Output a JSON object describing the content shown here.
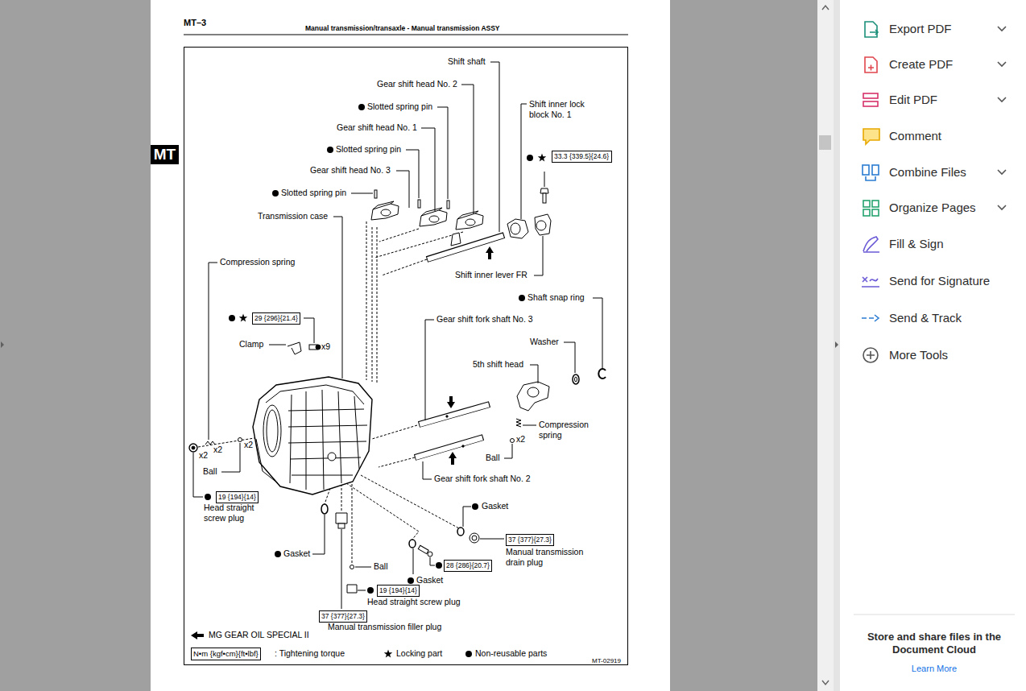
{
  "diagram": {
    "title": "Manual transmission/transaxle - Manual transmission ASSY",
    "nodes": [
      {
        "text": [
          "MT"
        ]
      },
      {
        "text": [
          "33.3 {339.5}{24.6}"
        ]
      },
      {
        "text": [
          "29 {296}{21.4}"
        ]
      },
      {
        "text": [
          "19 {194}{14}"
        ]
      },
      {
        "text": [
          "37 {377}{27.3}"
        ]
      },
      {
        "text": [
          "28 {286}{20.7}"
        ]
      },
      {
        "text": [
          "19 {194}{14}"
        ]
      },
      {
        "text": [
          "37 {377}{27.3}"
        ]
      },
      {
        "text": [
          "N•m {kgf•cm}{ft•lbf}"
        ]
      }
    ],
    "labels": [
      "MT–3",
      "Shift shaft",
      "Gear shift head No. 2",
      "Slotted spring pin",
      "Gear shift head No. 1",
      "Slotted spring pin",
      "Gear shift head No. 3",
      "Slotted spring pin",
      "Shift inner lock block No. 1",
      "Transmission case",
      "Shift inner lever FR",
      "Compression spring",
      "Shaft snap ring",
      "Gear shift fork shaft No. 3",
      "Clamp",
      "x9",
      "Washer",
      "5th shift head",
      "Compression spring",
      "x2",
      "x2",
      "x2",
      "x2",
      "Ball",
      "Ball",
      "Gear shift fork shaft No. 2",
      "Head straight screw plug",
      "Gasket",
      "Manual transmission drain plug",
      "Gasket",
      "Ball",
      "Gasket",
      "Head straight screw plug",
      "Manual transmission filler plug",
      "MT-02919",
      "Export PDF",
      "Create PDF",
      "Edit PDF",
      "Comment",
      "Combine Files",
      "Organize Pages",
      "Fill & Sign",
      "Send for Signature",
      "Send & Track",
      "More Tools",
      "Store and share files in the Document Cloud",
      "Learn More"
    ],
    "legend": [
      {
        "text": "MG GEAR OIL SPECIAL II"
      },
      {
        "text": ": Tightening torque"
      },
      {
        "text": "Locking part"
      },
      {
        "text": "Non-reusable parts"
      }
    ]
  }
}
